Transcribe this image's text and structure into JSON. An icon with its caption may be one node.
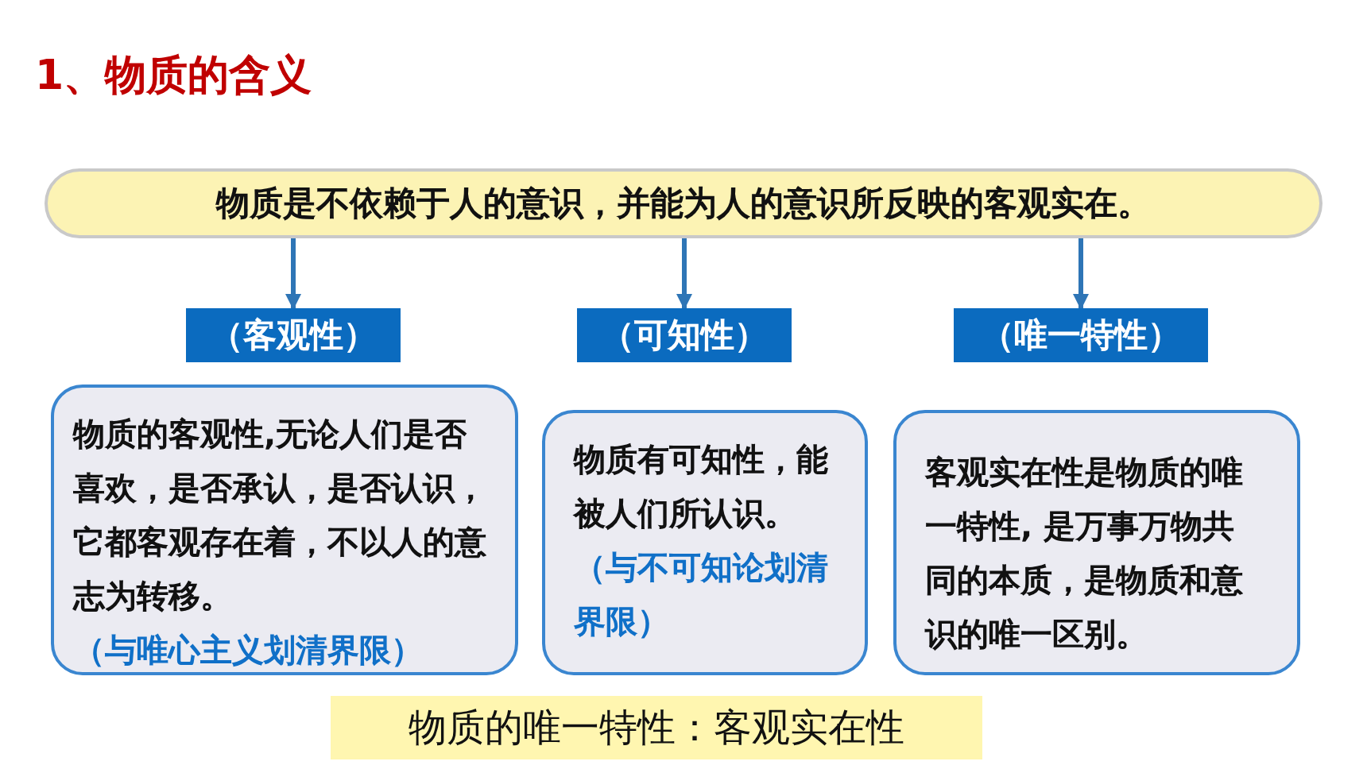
{
  "diagram": {
    "title": "1、物质的含义",
    "nodes": [
      {
        "text": [
          "物质是不依赖于人的意识，并能为人的意识所反映的客观实在。"
        ]
      },
      {
        "text": [
          "（客观性）"
        ]
      },
      {
        "text": [
          "（可知性）"
        ]
      },
      {
        "text": [
          "（唯一特性）"
        ]
      },
      {
        "text": [
          "物质的客观性,无论人们是否喜欢，是否承认，是否认识，它都客观存在着，不以人的意志为转移。",
          "（与唯心主义划清界限）"
        ]
      },
      {
        "text": [
          "物质有可知性，能被人们所认识。",
          "（与不可知论划清界限）"
        ]
      },
      {
        "text": [
          "客观实在性是物质的唯一特性, 是万事万物共同的本质，是物质和意识的唯一区别。"
        ]
      },
      {
        "text": [
          "物质的唯一特性：客观实在性"
        ]
      }
    ],
    "edges": [
      {
        "from": 0,
        "to": 1,
        "arrow": "to"
      },
      {
        "from": 0,
        "to": 2,
        "arrow": "to"
      },
      {
        "from": 0,
        "to": 3,
        "arrow": "to"
      }
    ]
  }
}
